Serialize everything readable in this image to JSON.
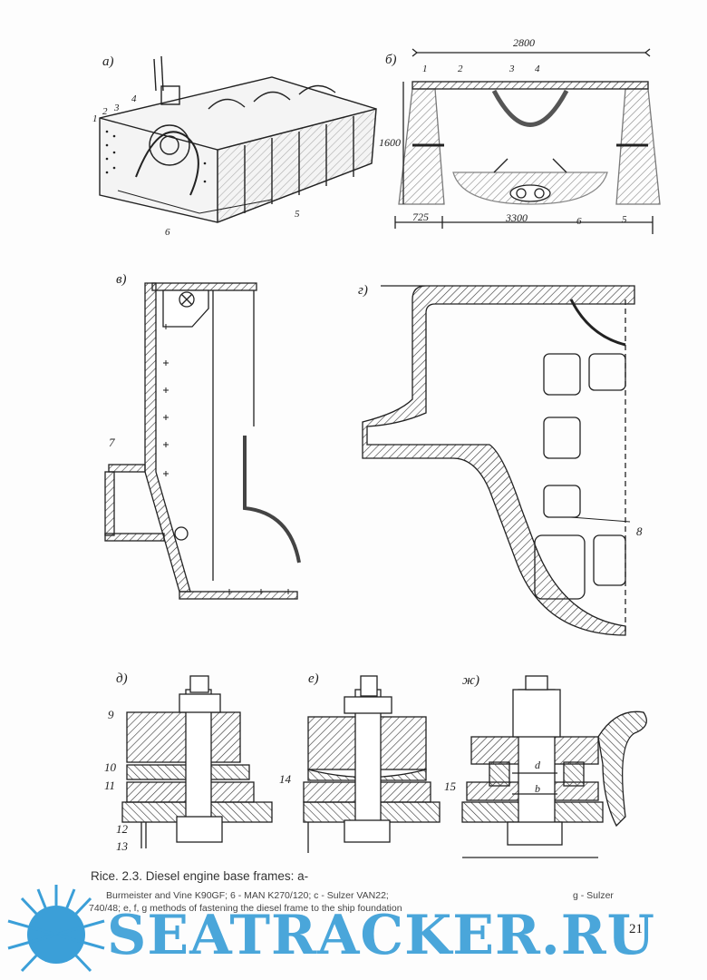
{
  "figure": {
    "panel_labels": [
      "а)",
      "б)",
      "в)",
      "г)",
      "д)",
      "е)",
      "ж)"
    ],
    "part_numbers_a": [
      "1",
      "2",
      "3",
      "4",
      "5",
      "6"
    ],
    "part_numbers_b": [
      "1",
      "2",
      "3",
      "4",
      "5",
      "6"
    ],
    "dimensions_b": {
      "width_top": "2800",
      "height": "1600",
      "left_offset": "725",
      "bottom_width": "3300"
    },
    "label_c": "7",
    "label_g": "8",
    "labels_d": [
      "9",
      "10",
      "11",
      "12",
      "13"
    ],
    "label_e": "14",
    "label_zh": "15",
    "zh_marks": [
      "d",
      "b"
    ]
  },
  "caption": {
    "line1": "Rice. 2.3. Diesel engine base frames: a-",
    "line2": "Burmeister and Vine K90GF; 6 - MAN K270/120; c - Sulzer VAN22;",
    "line2_right": "g - Sulzer",
    "line3": "740/48; e, f, g methods of fastening the diesel frame to the ship foundation"
  },
  "page_number": "21",
  "watermark": {
    "text": "SEATRACKER.RU",
    "color": "#3b9fd8"
  }
}
